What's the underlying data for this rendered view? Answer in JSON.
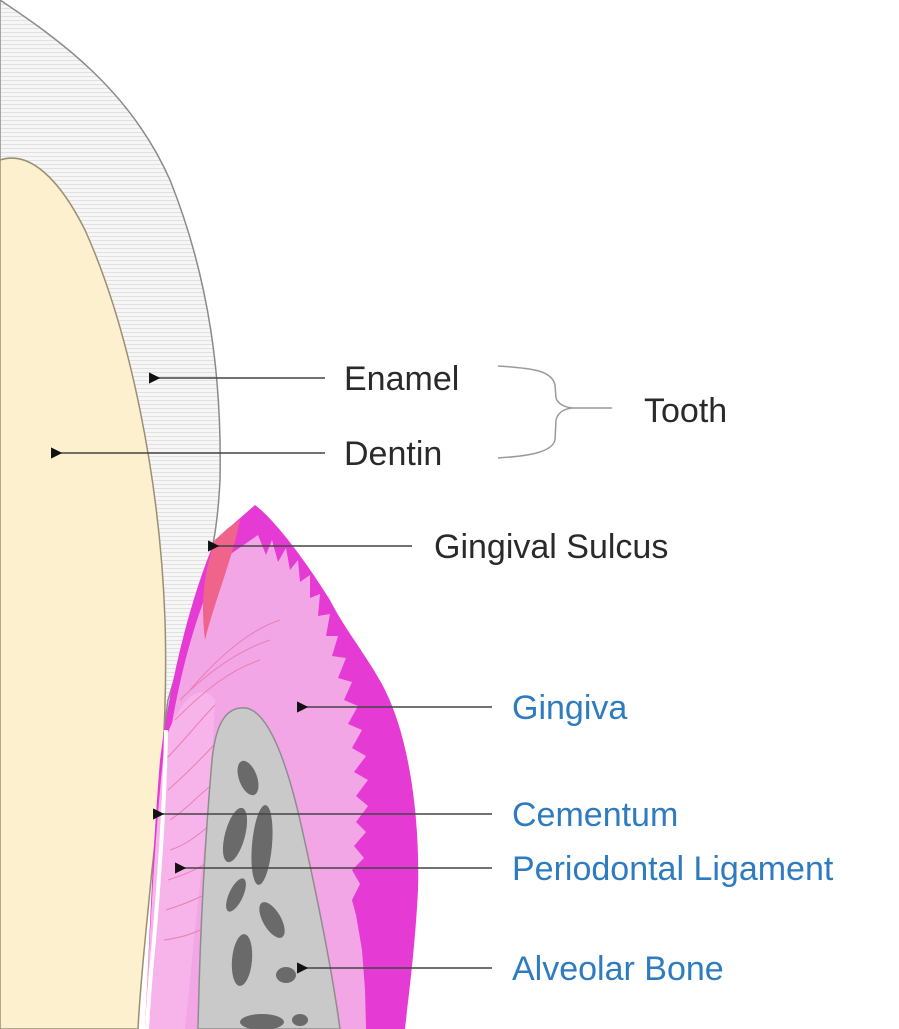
{
  "labels": {
    "enamel": "Enamel",
    "dentin": "Dentin",
    "tooth": "Tooth",
    "gingival_sulcus": "Gingival Sulcus",
    "gingiva": "Gingiva",
    "cementum": "Cementum",
    "periodontal_ligament": "Periodontal Ligament",
    "alveolar_bone": "Alveolar Bone"
  },
  "colors": {
    "dentin": "#fdf0cf",
    "enamel": "#f4f4f4",
    "gingiva_epithelium": "#e53bd4",
    "gingiva_connective": "#f3a6e6",
    "sulcus": "#f0648c",
    "periodontal_ligament": "#f7b4ea",
    "alveolar_bone": "#c9c9c9",
    "marrow_spaces": "#6a6a6a",
    "label_dark": "#2a2a2a",
    "label_blue": "#2e7bbf"
  }
}
